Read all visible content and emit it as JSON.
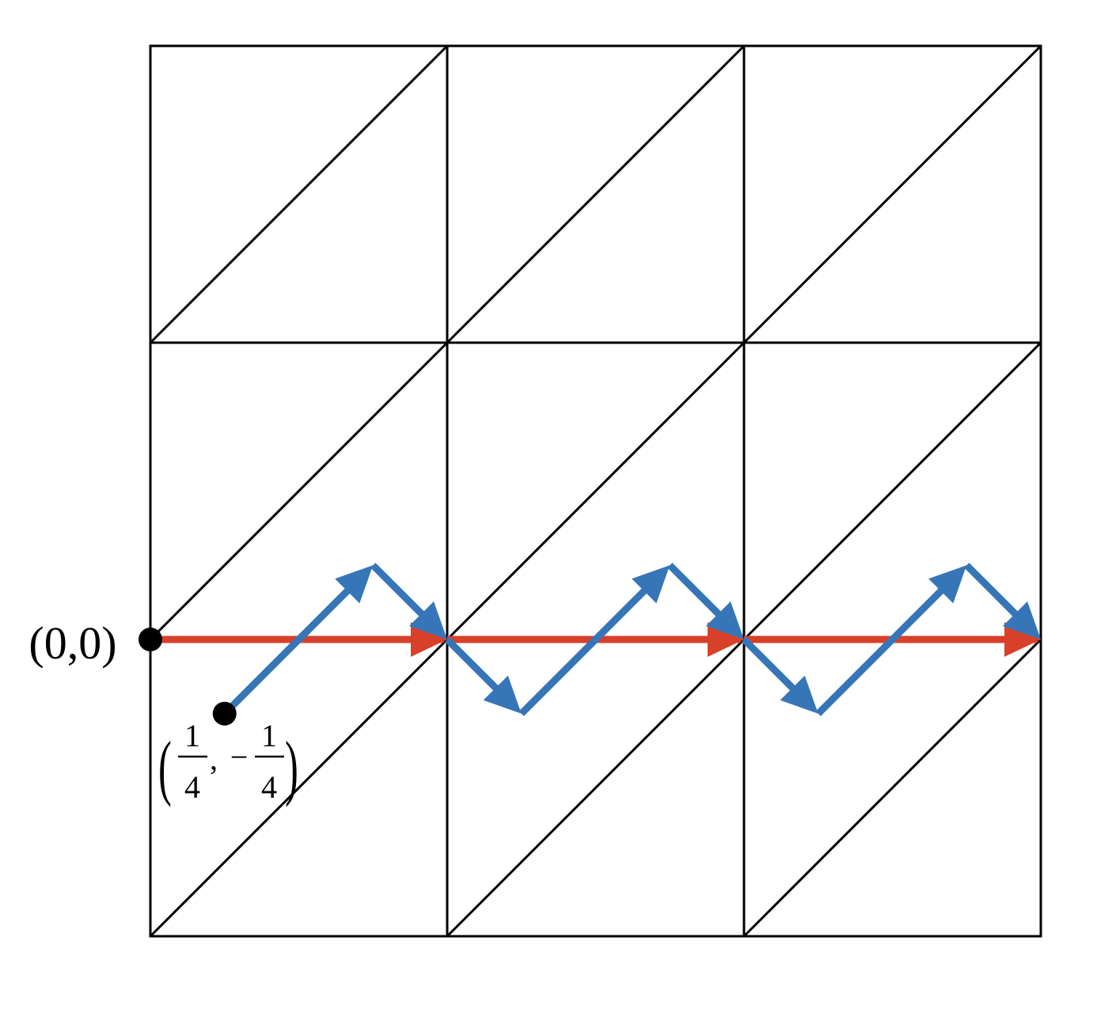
{
  "origin_label": "(0,0)",
  "start_label": {
    "x_num": "1",
    "x_den": "4",
    "sep": ",",
    "sign": "−",
    "y_num": "1",
    "y_den": "4"
  },
  "colors": {
    "grid": "#000000",
    "red_path": "#d9402a",
    "blue_path": "#3676b8",
    "point": "#000000"
  },
  "diagram": {
    "grid_cells": [
      3,
      3
    ],
    "diagonal_direction": "lower-left to upper-right",
    "origin": [
      0,
      0
    ],
    "start_point": [
      0.25,
      -0.25
    ],
    "red_path": [
      [
        0,
        0
      ],
      [
        1,
        0
      ],
      [
        2,
        0
      ],
      [
        3,
        0
      ]
    ],
    "blue_path": [
      [
        0.25,
        -0.25
      ],
      [
        0.75,
        0.25
      ],
      [
        1.0,
        0.0
      ],
      [
        1.25,
        -0.25
      ],
      [
        1.75,
        0.25
      ],
      [
        2.0,
        0.0
      ],
      [
        2.25,
        -0.25
      ],
      [
        2.75,
        0.25
      ],
      [
        3.0,
        0.0
      ]
    ]
  }
}
